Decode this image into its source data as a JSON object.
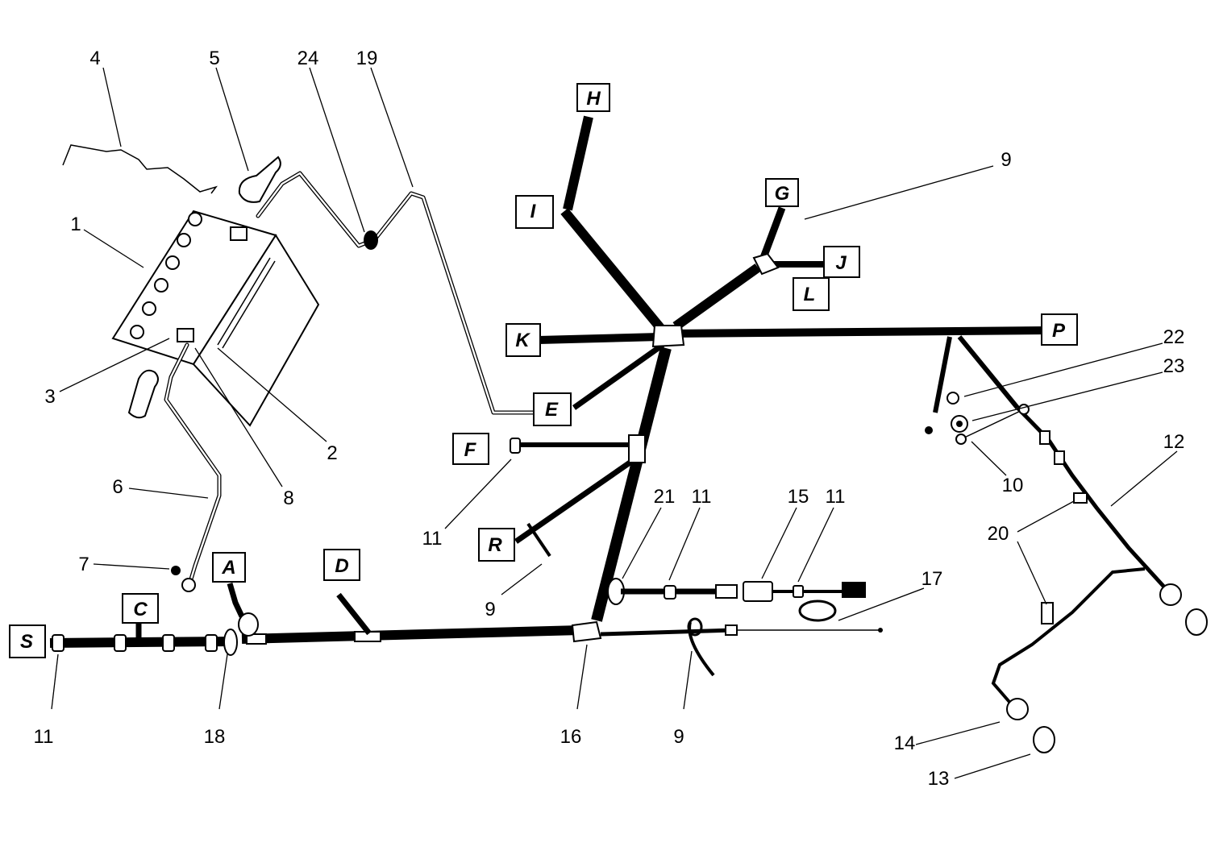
{
  "connectors": {
    "A": "A",
    "C": "C",
    "D": "D",
    "E": "E",
    "F": "F",
    "G": "G",
    "H": "H",
    "I": "I",
    "J": "J",
    "K": "K",
    "L": "L",
    "P": "P",
    "R": "R",
    "S": "S"
  },
  "callouts": {
    "c1": "1",
    "c2": "2",
    "c3": "3",
    "c4": "4",
    "c5": "5",
    "c6": "6",
    "c7": "7",
    "c8": "8",
    "c9a": "9",
    "c9b": "9",
    "c9c": "9",
    "c10": "10",
    "c11a": "11",
    "c11b": "11",
    "c11c": "11",
    "c11d": "11",
    "c12": "12",
    "c13": "13",
    "c14": "14",
    "c15": "15",
    "c16": "16",
    "c17": "17",
    "c18": "18",
    "c19": "19",
    "c20": "20",
    "c21": "21",
    "c22": "22",
    "c23": "23",
    "c24": "24"
  },
  "colors": {
    "ink": "#000000",
    "paper": "#ffffff"
  }
}
